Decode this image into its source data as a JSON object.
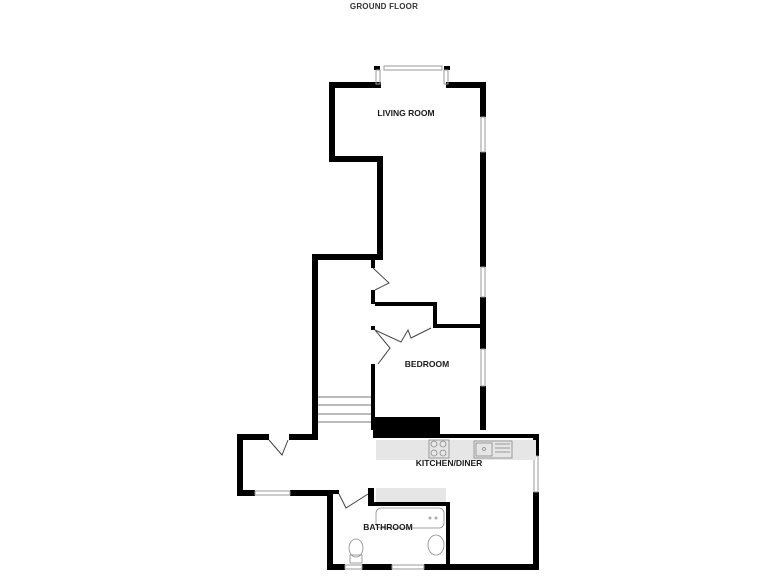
{
  "floor_plan": {
    "title": "GROUND FLOOR",
    "rooms": [
      {
        "name": "LIVING ROOM"
      },
      {
        "name": "BEDROOM"
      },
      {
        "name": "KITCHEN/DINER"
      },
      {
        "name": "BATHROOM"
      }
    ],
    "colors": {
      "wall": "#000000",
      "window": "#bbbbbb",
      "worktop": "#e6e6e6",
      "background": "#ffffff"
    }
  }
}
